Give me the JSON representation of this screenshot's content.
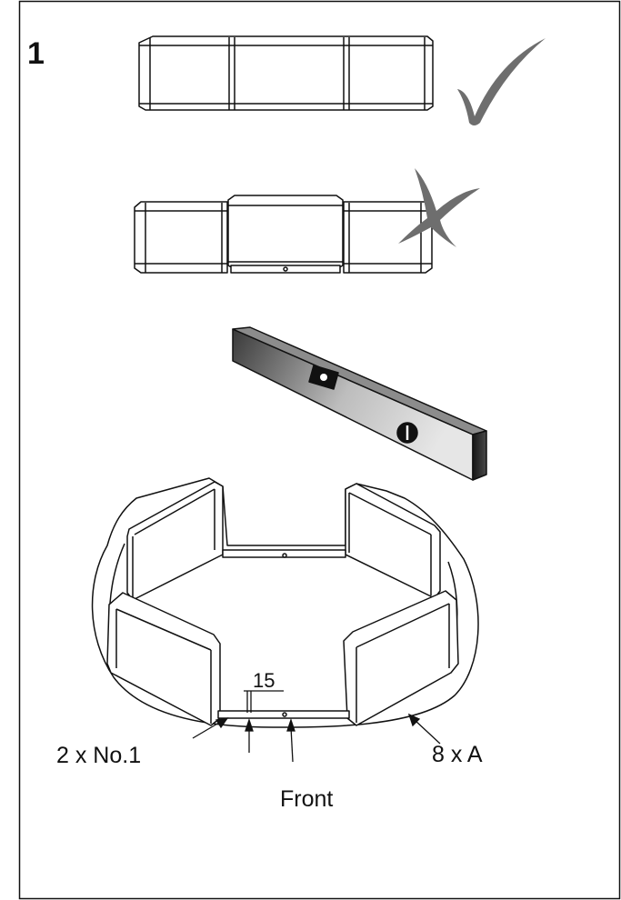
{
  "step": {
    "number": "1"
  },
  "callouts": {
    "dimension": "15",
    "connector": "2 x No.1",
    "blocks": "8 x A",
    "front": "Front"
  },
  "marks": {
    "correct": "check-mark-icon",
    "incorrect": "cross-mark-icon"
  },
  "colors": {
    "line": "#111111",
    "mark": "#6e6e6e",
    "level_dark": "#222222",
    "level_light": "#cfcfcf"
  }
}
